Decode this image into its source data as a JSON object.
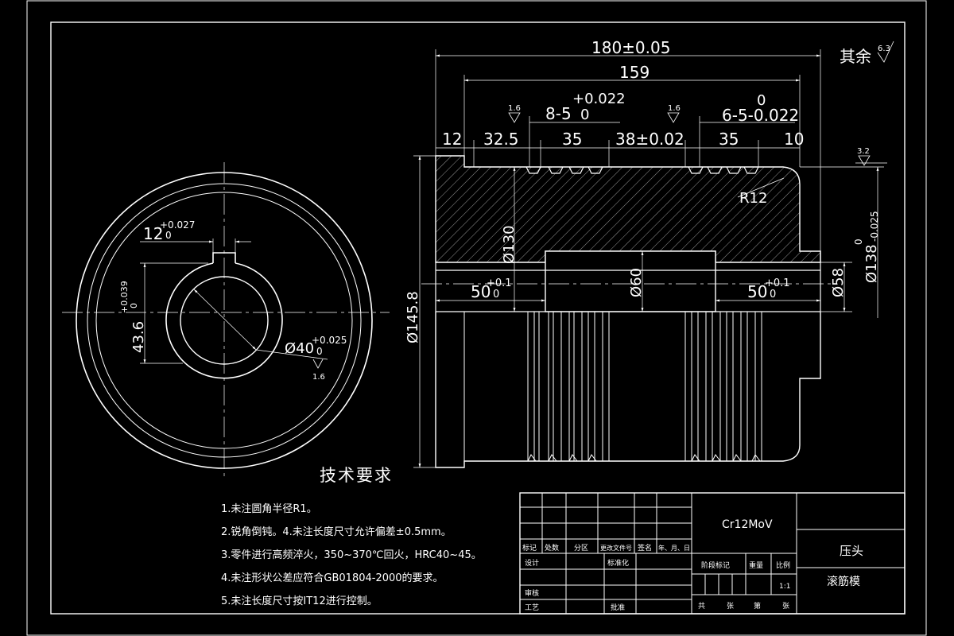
{
  "dimensions": {
    "total_length": "180±0.05",
    "inner_length": "159",
    "key_left_main": "8-5",
    "key_left_upper": "+0.022",
    "key_left_lower": "0",
    "key_right_main": "6-5-0.022",
    "key_right_upper": "0",
    "seg_12": "12",
    "seg_32_5": "32.5",
    "seg_35a": "35",
    "seg_38": "38±0.02",
    "seg_35b": "35",
    "seg_10": "10",
    "radius": "R12",
    "dia_130": "Ø130",
    "dia_60": "Ø60",
    "dia_58": "Ø58",
    "dia_138": "Ø138",
    "dia_138_upper": "0",
    "dia_138_lower": "-0.025",
    "dia_145": "Ø145.8",
    "bore_left": "50",
    "bore_right": "50",
    "tol_upper": "+0.1",
    "tol_lower": "0",
    "key_width": "12",
    "key_width_upper": "+0.027",
    "key_width_lower": "0",
    "key_depth": "43.6",
    "key_depth_upper": "+0.039",
    "key_depth_lower": "0",
    "bore_dia": "Ø40",
    "bore_dia_upper": "+0.025",
    "bore_dia_lower": "0",
    "rough_16a": "1.6",
    "rough_16b": "1.6",
    "rough_16c": "1.6",
    "rough_32": "3.2",
    "rough_63": "6.3",
    "rest_label": "其余"
  },
  "tech": {
    "title": "技术要求",
    "items": [
      "1.未注圆角半径R1。",
      "2.锐角倒钝。4.未注长度尺寸允许偏差±0.5mm。",
      "3.零件进行高频淬火，350~370℃回火，HRC40~45。",
      "4.未注形状公差应符合GB01804-2000的要求。",
      "5.未注长度尺寸按IT12进行控制。"
    ]
  },
  "title_block": {
    "material": "Cr12MoV",
    "part_name": "压头",
    "drawing_name": "滚筋模",
    "scale": "1:1",
    "h_biaoji": "标记",
    "h_chushu": "处数",
    "h_fenqu": "分区",
    "h_genggai": "更改文件号",
    "h_qianming": "签名",
    "h_riqi": "年、月、日",
    "design": "设计",
    "standard": "标准化",
    "review": "审核",
    "process": "工艺",
    "approve": "批准",
    "stage": "阶段标记",
    "weight": "重量",
    "ratio": "比例",
    "total": "共",
    "sheets": "张",
    "nth": "第",
    "sheet2": "张"
  }
}
